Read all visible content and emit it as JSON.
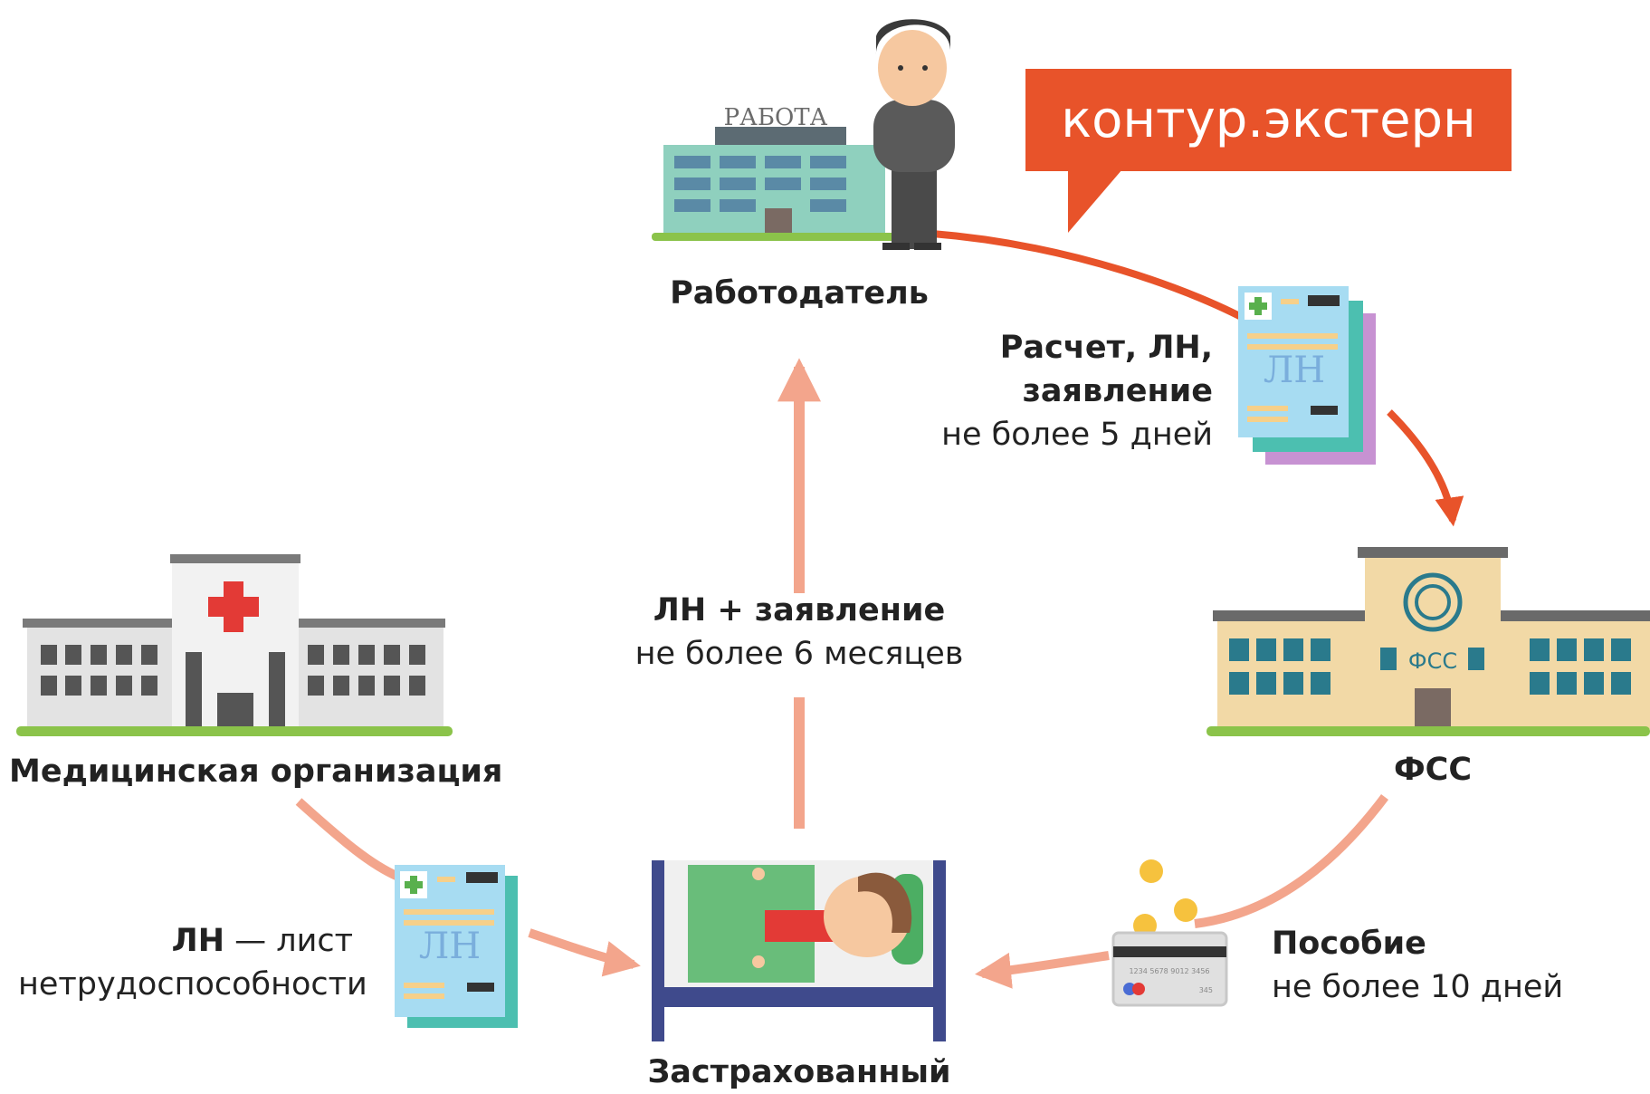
{
  "brand": {
    "name": "контур.экстерн"
  },
  "nodes": {
    "employer": {
      "label": "Работодатель",
      "sign": "РАБОТА"
    },
    "medical": {
      "label": "Медицинская организация"
    },
    "fss": {
      "label": "ФСС",
      "sign": "ФСС"
    },
    "insured": {
      "label": "Застрахованный"
    }
  },
  "documents": {
    "sick_leave_mark": "ЛН",
    "card_number": "1234 5678 9012 3456",
    "card_code": "345"
  },
  "flows": {
    "insured_to_employer": {
      "title": "ЛН + заявление",
      "term": "не более 6 месяцев"
    },
    "employer_to_fss": {
      "title_line1": "Расчет, ЛН,",
      "title_line2": "заявление",
      "term": "не более 5 дней"
    },
    "fss_to_insured": {
      "title": "Пособие",
      "term": "не более 10 дней"
    },
    "medical_to_insured": {
      "abbr": "ЛН",
      "rest": " — лист",
      "line2": "нетрудоспособности"
    }
  },
  "colors": {
    "accent": "#e8532a",
    "arrow_light": "#f3a58c",
    "green": "#8bc34a"
  }
}
